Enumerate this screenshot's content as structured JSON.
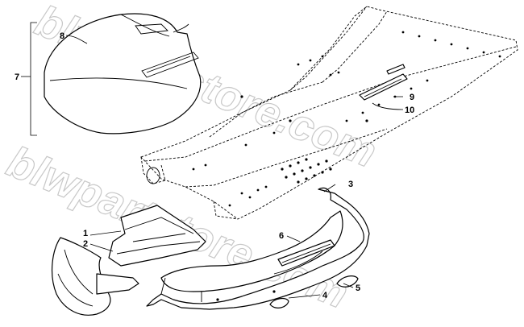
{
  "watermark": "blwpartstore.com",
  "callouts": {
    "c1": "1",
    "c2": "2",
    "c3": "3",
    "c4": "4",
    "c5": "5",
    "c6": "6",
    "c7": "7",
    "c8": "8",
    "c9": "9",
    "c10": "10"
  },
  "colors": {
    "line": "#000000",
    "background": "#ffffff",
    "watermark": "#c8c8c8"
  }
}
